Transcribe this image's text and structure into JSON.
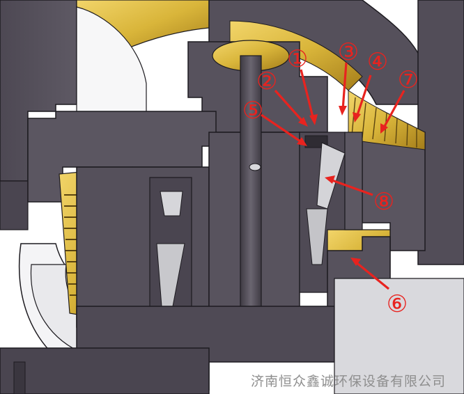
{
  "callouts": [
    {
      "label": "①"
    },
    {
      "label": "②"
    },
    {
      "label": "③"
    },
    {
      "label": "④"
    },
    {
      "label": "⑤"
    },
    {
      "label": "⑥"
    },
    {
      "label": "⑦"
    },
    {
      "label": "⑧"
    }
  ],
  "watermark": "济南恒众鑫诚环保设备有限公司",
  "colors": {
    "steel": "#5a5560",
    "steel_dark": "#35323a",
    "brass": "#d9b53a",
    "brass_dark": "#9a7614",
    "callout_red": "#e8231f"
  }
}
